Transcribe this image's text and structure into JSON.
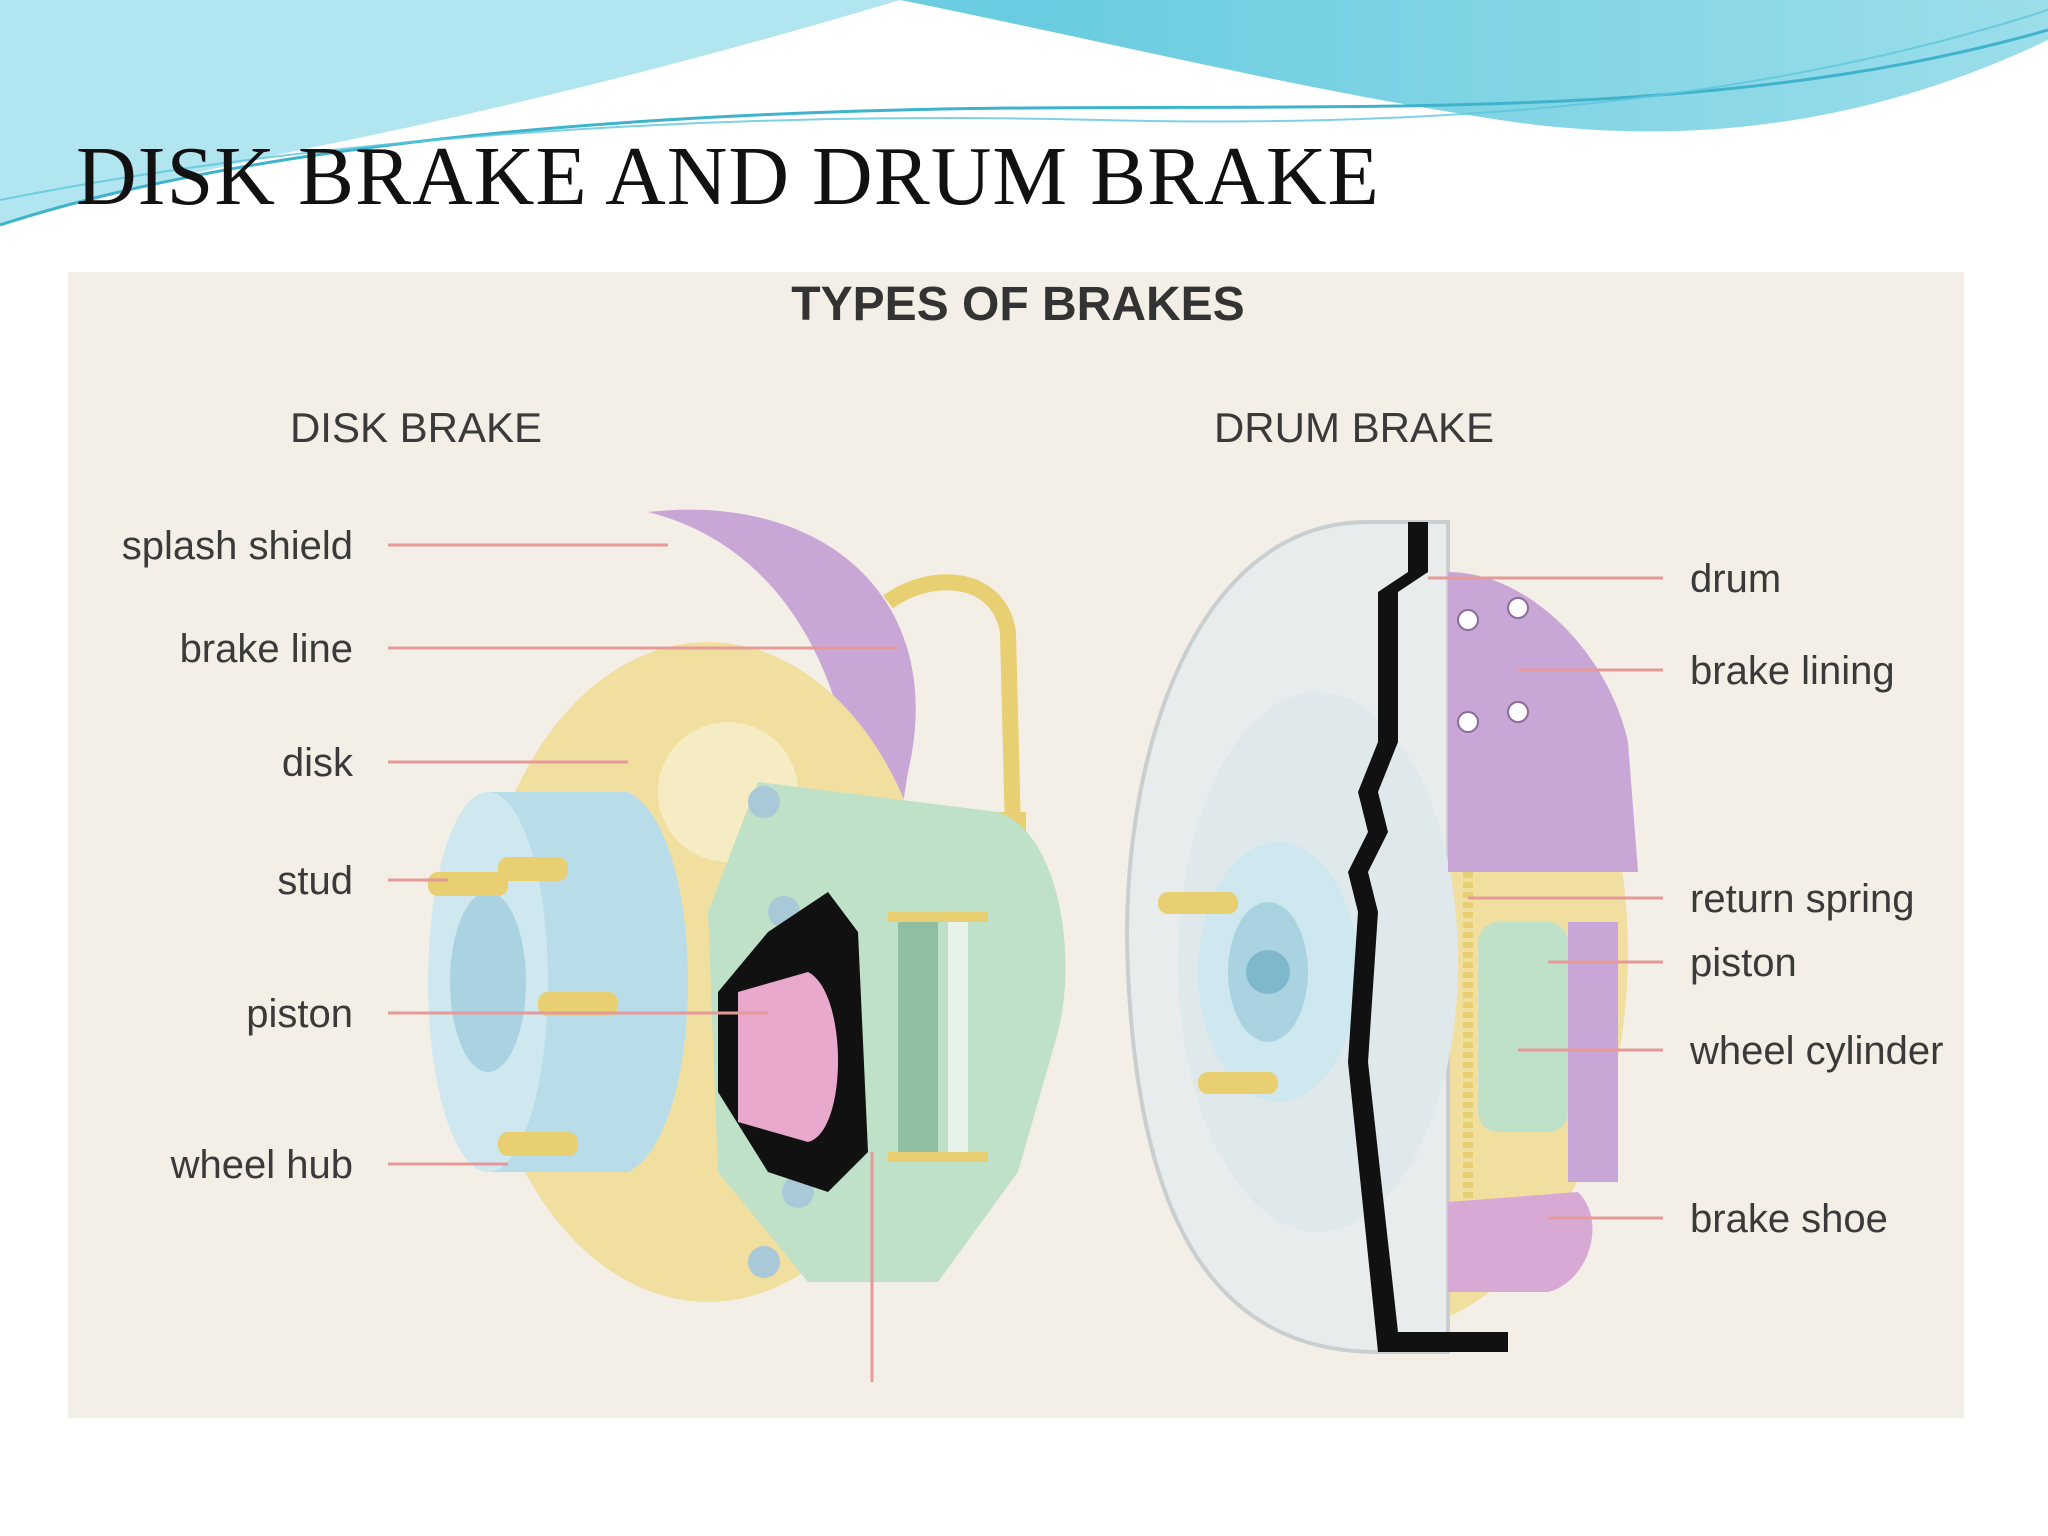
{
  "slide": {
    "title": "DISK BRAKE AND DRUM BRAKE"
  },
  "figure": {
    "title": "TYPES OF BRAKES",
    "disk": {
      "heading": "DISK BRAKE",
      "labels": [
        "splash shield",
        "brake line",
        "disk",
        "stud",
        "piston",
        "wheel hub"
      ]
    },
    "drum": {
      "heading": "DRUM BRAKE",
      "labels": [
        "drum",
        "brake lining",
        "return spring",
        "piston",
        "wheel cylinder",
        "brake shoe"
      ]
    }
  },
  "colors": {
    "wave_primary": "#4fc3da",
    "wave_secondary": "#a8e3ee",
    "panel_bg": "#f3efe6",
    "leader_line": "#e59a9a",
    "part_purple": "#c8a6d6",
    "part_yellow": "#f1dfa0",
    "part_blue": "#b9dde8",
    "part_green": "#bfe1c7",
    "part_pink": "#e8a9cc",
    "cutaway_black": "#111111"
  }
}
